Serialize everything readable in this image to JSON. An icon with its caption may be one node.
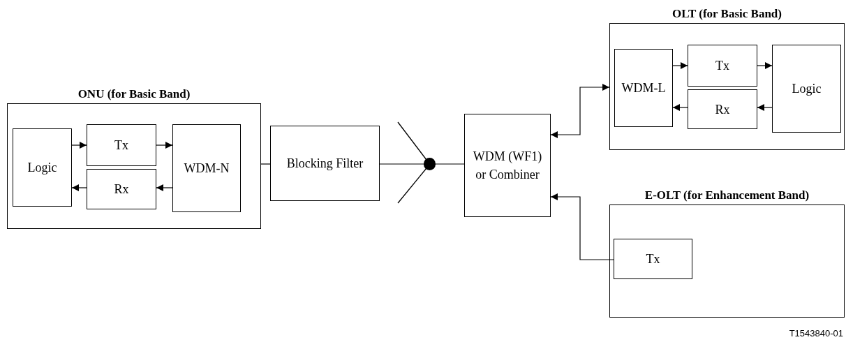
{
  "diagram": {
    "nodes": [
      {
        "text": [
          "ONU (for Basic Band)"
        ]
      },
      {
        "text": [
          "Logic"
        ],
        "in": 0
      },
      {
        "text": [
          "Tx"
        ],
        "in": 0
      },
      {
        "text": [
          "Rx"
        ],
        "in": 0
      },
      {
        "text": [
          "WDM-N"
        ],
        "in": 0
      },
      {
        "text": [
          "Blocking Filter"
        ]
      },
      {
        "text": [],
        "shape": "circle"
      },
      {
        "text": [
          "WDM (WF1) or Combiner"
        ]
      },
      {
        "text": [
          "OLT (for Basic Band)"
        ]
      },
      {
        "text": [
          "WDM-L"
        ],
        "in": 8
      },
      {
        "text": [
          "Tx"
        ],
        "in": 8
      },
      {
        "text": [
          "Rx"
        ],
        "in": 8
      },
      {
        "text": [
          "Logic"
        ],
        "in": 8
      },
      {
        "text": [
          "E-OLT (for Enhancement Band)"
        ]
      },
      {
        "text": [
          "Tx"
        ],
        "in": 13
      }
    ],
    "edges": [
      {
        "from": 1,
        "to": 2,
        "arrow": "to"
      },
      {
        "from": 2,
        "to": 4,
        "arrow": "to"
      },
      {
        "from": 4,
        "to": 3,
        "arrow": "to"
      },
      {
        "from": 3,
        "to": 1,
        "arrow": "to"
      },
      {
        "from": 0,
        "to": 5,
        "arrow": "none"
      },
      {
        "from": 5,
        "to": 6,
        "arrow": "none"
      },
      {
        "from": 6,
        "to": 7,
        "arrow": "none"
      },
      {
        "from": 7,
        "to": 8,
        "arrow": "both"
      },
      {
        "from": 9,
        "to": 10,
        "arrow": "to"
      },
      {
        "from": 10,
        "to": 12,
        "arrow": "to"
      },
      {
        "from": 12,
        "to": 11,
        "arrow": "to"
      },
      {
        "from": 11,
        "to": 9,
        "arrow": "to"
      },
      {
        "from": 14,
        "to": 7,
        "arrow": "to"
      }
    ],
    "labels": [
      "T1543840-01"
    ]
  }
}
